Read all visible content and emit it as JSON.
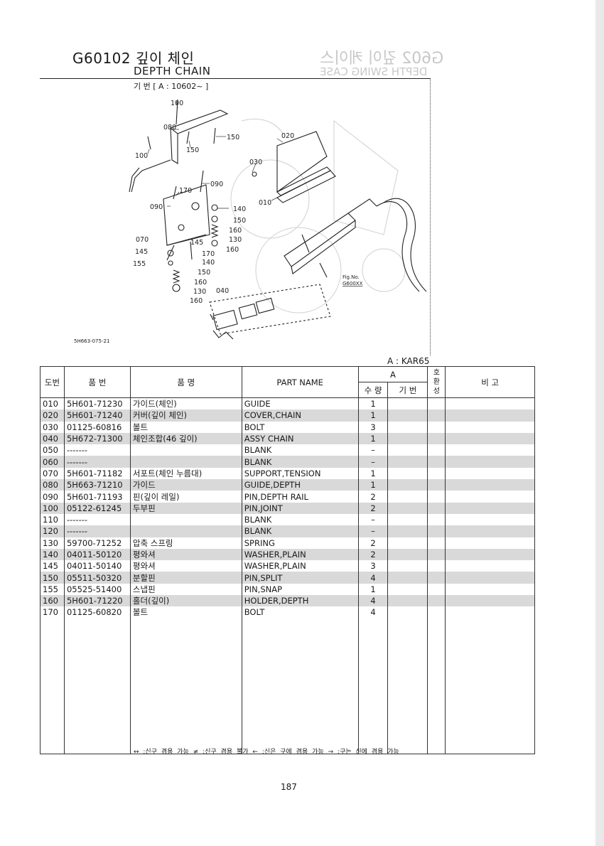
{
  "header": {
    "code_title": "G60102 깊이 체인",
    "english_title": "DEPTH CHAIN",
    "serial_range": "기 번 [ A : 10602~ ]"
  },
  "diagram": {
    "figure_id": "5H663-075-21",
    "fig_no_label": "Fig.No.",
    "fig_no_ref": "G600XX",
    "callouts": [
      "100",
      "080",
      "150",
      "100",
      "150",
      "020",
      "030",
      "090",
      "170",
      "010",
      "090",
      "140",
      "150",
      "160",
      "130",
      "160",
      "070",
      "145",
      "145",
      "170",
      "155",
      "140",
      "150",
      "160",
      "130",
      "160",
      "040"
    ]
  },
  "model_line": "A : KAR65",
  "table": {
    "headers": {
      "ref": "도번",
      "part_no": "품 번",
      "name_kr": "품 명",
      "part_name": "PART NAME",
      "group_a": "A",
      "qty": "수 량",
      "serial": "기 번",
      "compat": "호환성",
      "remarks": "비 고"
    },
    "rows": [
      {
        "ref": "010",
        "part_no": "5H601-71230",
        "name_kr": "가이드(체인)",
        "part_name": "GUIDE",
        "qty": "1",
        "shade": false
      },
      {
        "ref": "020",
        "part_no": "5H601-71240",
        "name_kr": "커버(깊이 체인)",
        "part_name": "COVER,CHAIN",
        "qty": "1",
        "shade": true
      },
      {
        "ref": "030",
        "part_no": "01125-60816",
        "name_kr": "볼트",
        "part_name": "BOLT",
        "qty": "3",
        "shade": false
      },
      {
        "ref": "040",
        "part_no": "5H672-71300",
        "name_kr": "체인조합(46 깊이)",
        "part_name": "ASSY CHAIN",
        "qty": "1",
        "shade": true
      },
      {
        "ref": "050",
        "part_no": "-------",
        "name_kr": "",
        "part_name": "BLANK",
        "qty": "–",
        "shade": false
      },
      {
        "ref": "060",
        "part_no": "-------",
        "name_kr": "",
        "part_name": "BLANK",
        "qty": "–",
        "shade": true
      },
      {
        "ref": "070",
        "part_no": "5H601-71182",
        "name_kr": "서포트(체인 누름대)",
        "part_name": "SUPPORT,TENSION",
        "qty": "1",
        "shade": false
      },
      {
        "ref": "080",
        "part_no": "5H663-71210",
        "name_kr": "가이드",
        "part_name": "GUIDE,DEPTH",
        "qty": "1",
        "shade": true
      },
      {
        "ref": "090",
        "part_no": "5H601-71193",
        "name_kr": "핀(깊이 레일)",
        "part_name": "PIN,DEPTH RAIL",
        "qty": "2",
        "shade": false
      },
      {
        "ref": "100",
        "part_no": "05122-61245",
        "name_kr": "두부핀",
        "part_name": "PIN,JOINT",
        "qty": "2",
        "shade": true
      },
      {
        "ref": "110",
        "part_no": "-------",
        "name_kr": "",
        "part_name": "BLANK",
        "qty": "–",
        "shade": false
      },
      {
        "ref": "120",
        "part_no": "-------",
        "name_kr": "",
        "part_name": "BLANK",
        "qty": "–",
        "shade": true
      },
      {
        "ref": "130",
        "part_no": "59700-71252",
        "name_kr": "압축 스프링",
        "part_name": "SPRING",
        "qty": "2",
        "shade": false
      },
      {
        "ref": "140",
        "part_no": "04011-50120",
        "name_kr": "평와셔",
        "part_name": "WASHER,PLAIN",
        "qty": "2",
        "shade": true
      },
      {
        "ref": "145",
        "part_no": "04011-50140",
        "name_kr": "평와셔",
        "part_name": "WASHER,PLAIN",
        "qty": "3",
        "shade": false
      },
      {
        "ref": "150",
        "part_no": "05511-50320",
        "name_kr": "분할핀",
        "part_name": "PIN,SPLIT",
        "qty": "4",
        "shade": true
      },
      {
        "ref": "155",
        "part_no": "05525-51400",
        "name_kr": "스냅핀",
        "part_name": "PIN,SNAP",
        "qty": "1",
        "shade": false
      },
      {
        "ref": "160",
        "part_no": "5H601-71220",
        "name_kr": "홀더(깊이)",
        "part_name": "HOLDER,DEPTH",
        "qty": "4",
        "shade": true
      },
      {
        "ref": "170",
        "part_no": "01125-60820",
        "name_kr": "볼트",
        "part_name": "BOLT",
        "qty": "4",
        "shade": false
      }
    ]
  },
  "legend": "↔ :신구 겸용 가능    ≠ :신구 겸용 불가    ← :신은 구에 겸용 가능    → :구는 신에 겸용 가능",
  "page_number": "187",
  "bleed_through": {
    "title_code": "G602 깊이 케이스",
    "title_en": "DEPTH SWING CASE"
  }
}
